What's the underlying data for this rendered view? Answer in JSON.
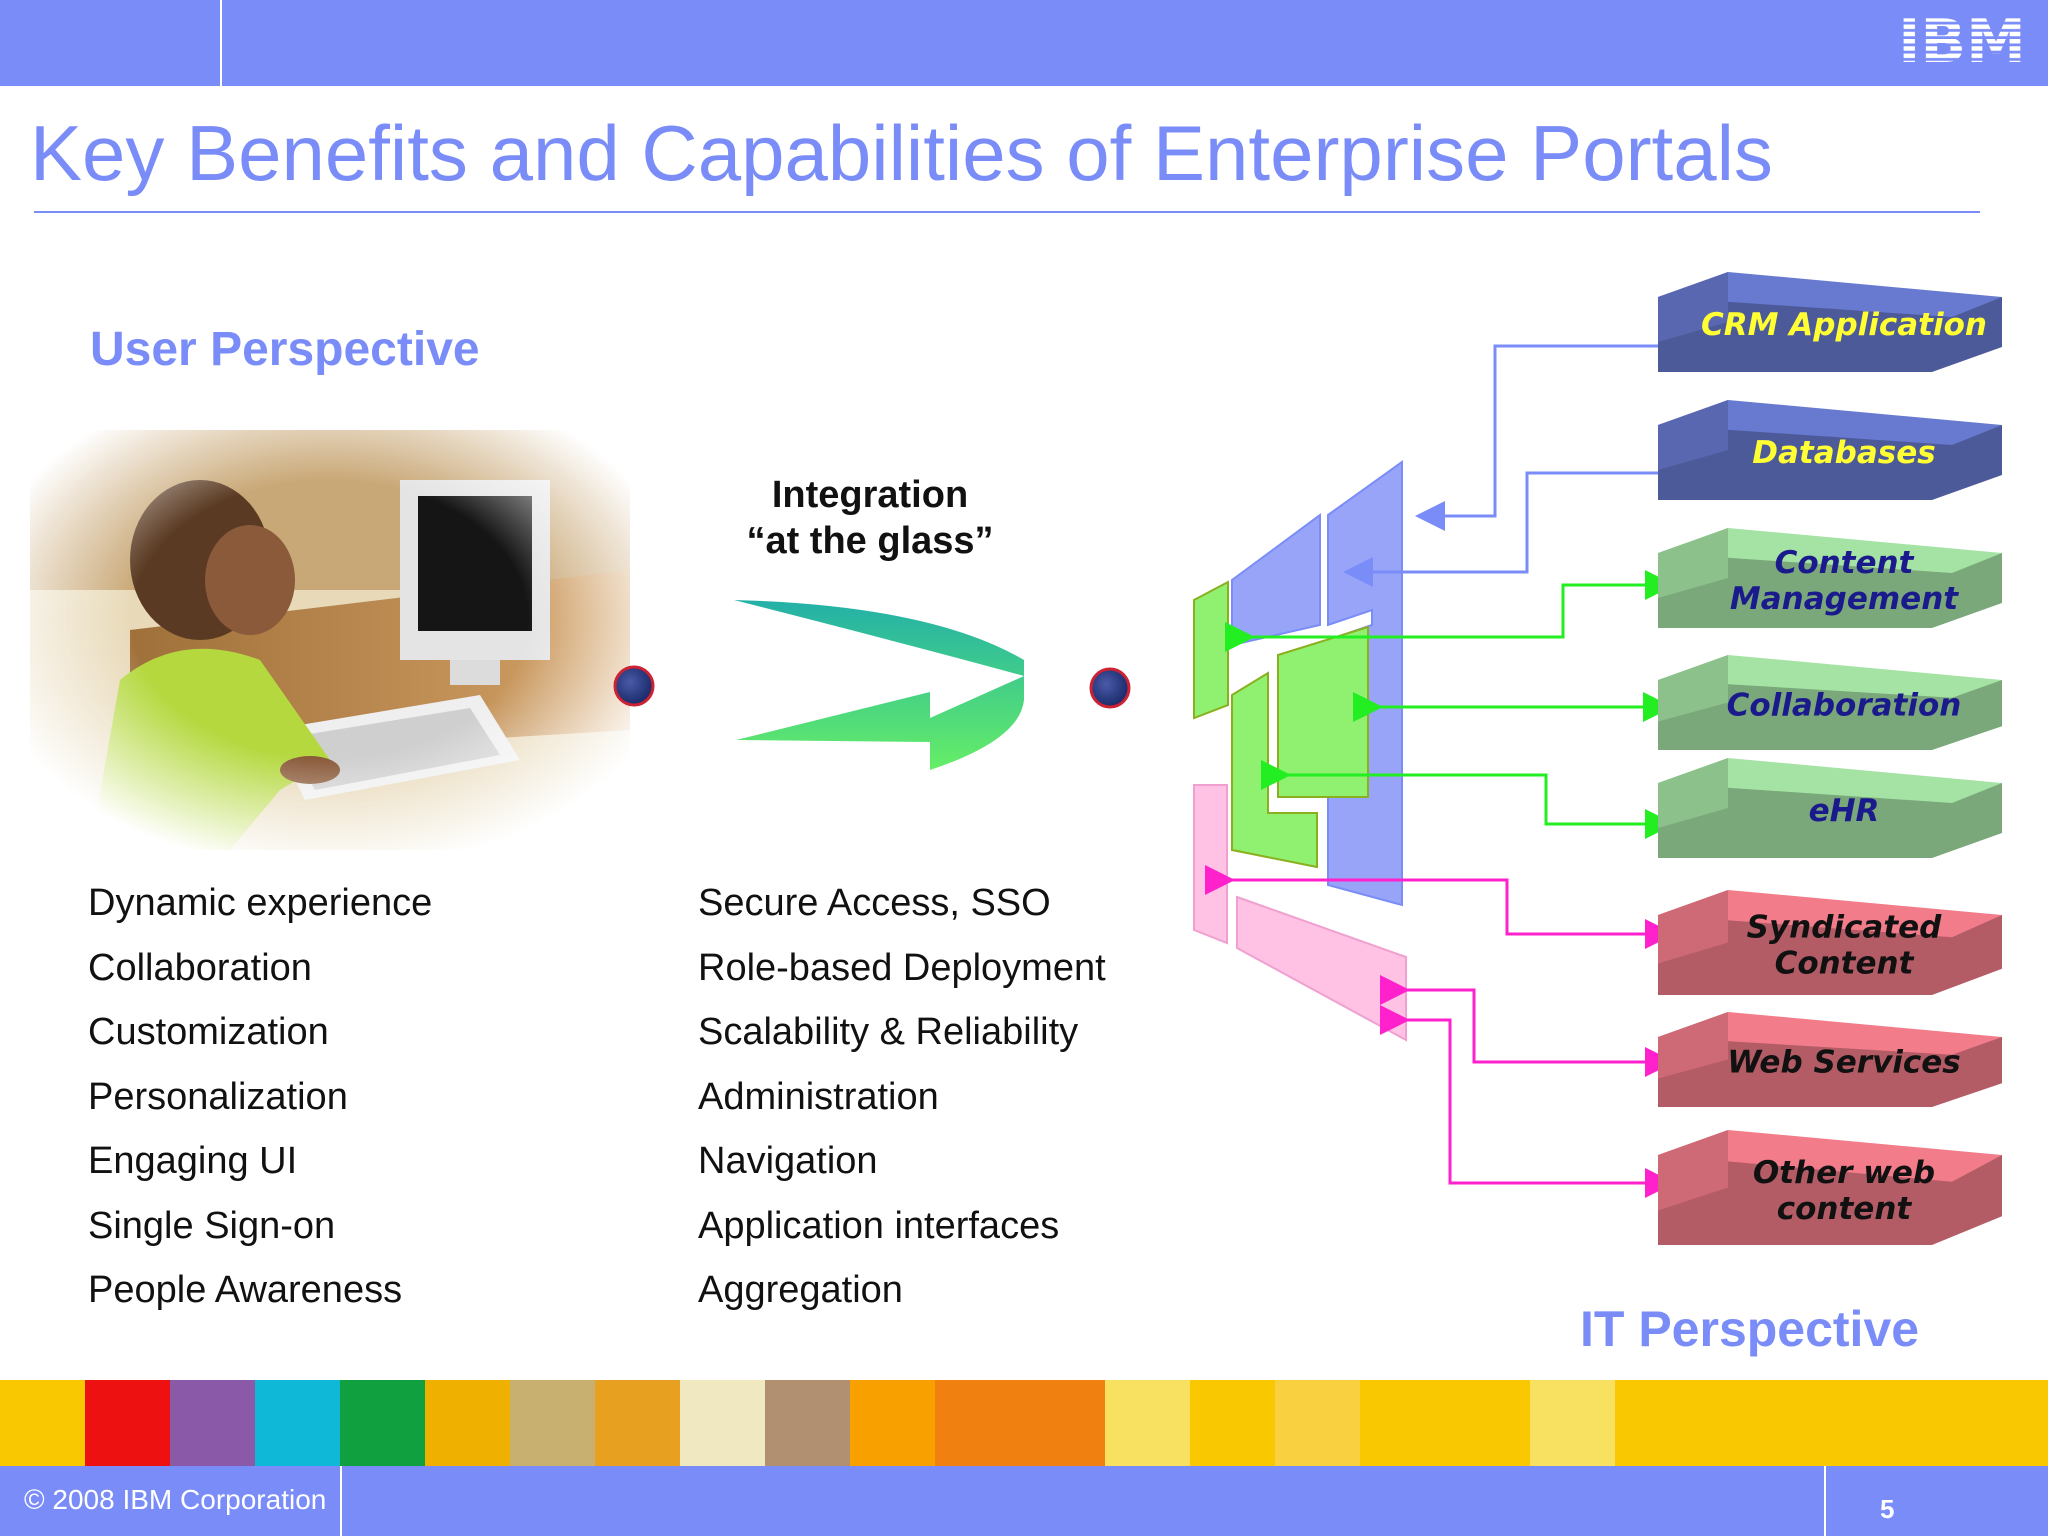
{
  "header": {
    "logo_text": "IBM",
    "title": "Key Benefits and Capabilities of Enterprise Portals"
  },
  "user_perspective": {
    "heading": "User Perspective",
    "items": [
      "Dynamic experience",
      "Collaboration",
      "Customization",
      "Personalization",
      "Engaging UI",
      "Single Sign-on",
      "People Awareness"
    ]
  },
  "integration": {
    "line1": "Integration",
    "line2": "“at the glass”",
    "items": [
      "Secure Access, SSO",
      "Role-based Deployment",
      "Scalability & Reliability",
      "Administration",
      "Navigation",
      "Application interfaces",
      "Aggregation"
    ]
  },
  "it_perspective": {
    "heading": "IT Perspective",
    "blocks": [
      {
        "label": "CRM Application",
        "color": "#4d5a9a",
        "text_color": "#ffff33"
      },
      {
        "label": "Databases",
        "color": "#4d5a9a",
        "text_color": "#ffff33"
      },
      {
        "label": "Content Management",
        "color": "#7aa87a",
        "text_color": "#1a1a8c"
      },
      {
        "label": "Collaboration",
        "color": "#7aa87a",
        "text_color": "#1a1a8c"
      },
      {
        "label": "eHR",
        "color": "#7aa87a",
        "text_color": "#1a1a8c"
      },
      {
        "label": "Syndicated Content",
        "color": "#b35c66",
        "text_color": "#111111"
      },
      {
        "label": "Web Services",
        "color": "#b35c66",
        "text_color": "#111111"
      },
      {
        "label": "Other web content",
        "color": "#b35c66",
        "text_color": "#111111"
      }
    ]
  },
  "colors": {
    "brand": "#7a8cf8",
    "connector_blue": "#7a8cf8",
    "connector_green": "#22ee22",
    "connector_pink": "#ff22cc"
  },
  "footer": {
    "copyright": "© 2008 IBM Corporation",
    "page_number": "5"
  }
}
